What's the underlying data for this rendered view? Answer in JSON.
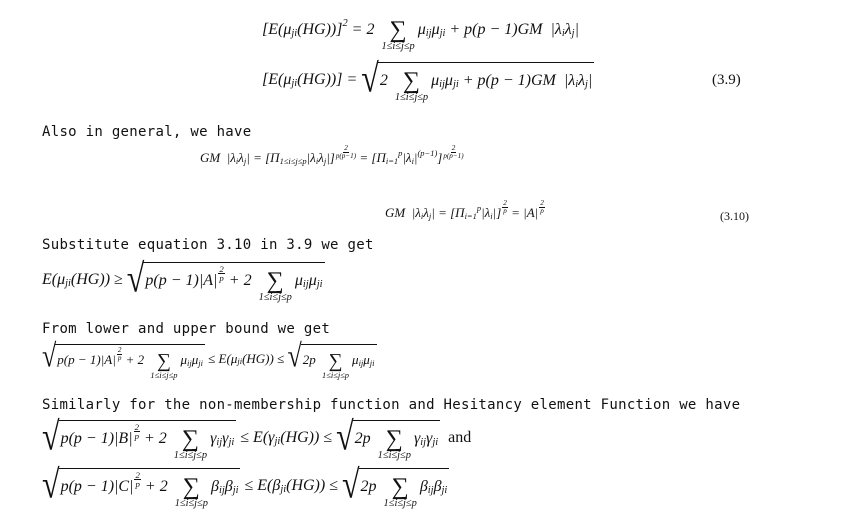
{
  "equations": {
    "eq1": [
      "[E(μ",
      {
        "sub": "ji"
      },
      "(HG))]",
      {
        "sup": "2"
      },
      " = 2 ",
      {
        "sum": "1≤i≤j≤p"
      },
      "μ",
      {
        "sub": "ij"
      },
      "μ",
      {
        "sub": "ji"
      },
      " + p(p − 1)GM  |λ",
      {
        "sub": "i"
      },
      "λ",
      {
        "sub": "j"
      },
      "|"
    ],
    "eq2": [
      "[E(μ",
      {
        "sub": "ji"
      },
      "(HG))] = ",
      {
        "sqrt": [
          "2 ",
          {
            "sum": "1≤i≤j≤p"
          },
          "μ",
          {
            "sub": "ij"
          },
          "μ",
          {
            "sub": "ji"
          },
          " + p(p − 1)GM  |λ",
          {
            "sub": "i"
          },
          "λ",
          {
            "sub": "j"
          },
          "|"
        ]
      }
    ],
    "eq3": [
      "GM  |λ",
      {
        "sub": "i"
      },
      "λ",
      {
        "sub": "j"
      },
      "| = [Π",
      {
        "sub": "1≤i≤j≤p"
      },
      "|λ",
      {
        "sub": "i"
      },
      "λ",
      {
        "sub": "j"
      },
      "|]",
      {
        "frac": [
          "2",
          "p(p−1)"
        ]
      },
      " = [Π",
      {
        "sub": "i=1"
      },
      {
        "sup": "p"
      },
      "|λ",
      {
        "sub": "i"
      },
      "|",
      {
        "sup": "(p−1)"
      },
      "]",
      {
        "frac": [
          "2",
          "p(p−1)"
        ]
      }
    ],
    "eq4": [
      "GM  |λ",
      {
        "sub": "i"
      },
      "λ",
      {
        "sub": "j"
      },
      "| = [Π",
      {
        "sub": "i=1"
      },
      {
        "sup": "p"
      },
      "|λ",
      {
        "sub": "i"
      },
      "|]",
      {
        "frac": [
          "2",
          "p"
        ]
      },
      " = |A|",
      {
        "frac": [
          "2",
          "p"
        ]
      }
    ],
    "eq5": [
      "E(μ",
      {
        "sub": "ji"
      },
      "(HG)) ≥ ",
      {
        "sqrt": [
          "p(p − 1)|A|",
          {
            "frac": [
              "2",
              "p"
            ]
          },
          " + 2 ",
          {
            "sum": "1≤i≤j≤p"
          },
          "μ",
          {
            "sub": "ij"
          },
          "μ",
          {
            "sub": "ji"
          }
        ]
      }
    ],
    "eq6": [
      {
        "sqrt": [
          "p(p − 1)|A|",
          {
            "frac": [
              "2",
              "p"
            ]
          },
          " + 2 ",
          {
            "sum": "1≤i≤j≤p"
          },
          "μ",
          {
            "sub": "ij"
          },
          "μ",
          {
            "sub": "ji"
          }
        ]
      },
      " ≤ E(μ",
      {
        "sub": "ji"
      },
      "(HG)) ≤ ",
      {
        "sqrt": [
          "2p ",
          {
            "sum": "1≤i≤j≤p"
          },
          "μ",
          {
            "sub": "ij"
          },
          "μ",
          {
            "sub": "ji"
          }
        ]
      }
    ],
    "eq7": [
      {
        "sqrt": [
          "p(p − 1)|B|",
          {
            "frac": [
              "2",
              "p"
            ]
          },
          " + 2 ",
          {
            "sum": "1≤i≤j≤p"
          },
          "γ",
          {
            "sub": "ij"
          },
          "γ",
          {
            "sub": "ji"
          }
        ]
      },
      " ≤ E(γ",
      {
        "sub": "ji"
      },
      "(HG)) ≤ ",
      {
        "sqrt": [
          "2p ",
          {
            "sum": "1≤i≤j≤p"
          },
          "γ",
          {
            "sub": "ij"
          },
          "γ",
          {
            "sub": "ji"
          }
        ]
      },
      {
        "up": "  and"
      }
    ],
    "eq8": [
      {
        "sqrt": [
          "p(p − 1)|C|",
          {
            "frac": [
              "2",
              "p"
            ]
          },
          " + 2 ",
          {
            "sum": "1≤i≤j≤p"
          },
          "β",
          {
            "sub": "ij"
          },
          "β",
          {
            "sub": "ji"
          }
        ]
      },
      " ≤ E(β",
      {
        "sub": "ji"
      },
      "(HG)) ≤ ",
      {
        "sqrt": [
          "2p ",
          {
            "sum": "1≤i≤j≤p"
          },
          "β",
          {
            "sub": "ij"
          },
          "β",
          {
            "sub": "ji"
          }
        ]
      }
    ]
  },
  "labels": {
    "eq2": "(3.9)",
    "eq4": "(3.10)"
  },
  "text": {
    "p1": "Also in general, we have",
    "p2": "Substitute equation 3.10 in 3.9 we get",
    "p3": "From lower and upper bound we get",
    "p4": "Similarly for the non-membership function and Hesitancy element Function we have"
  }
}
